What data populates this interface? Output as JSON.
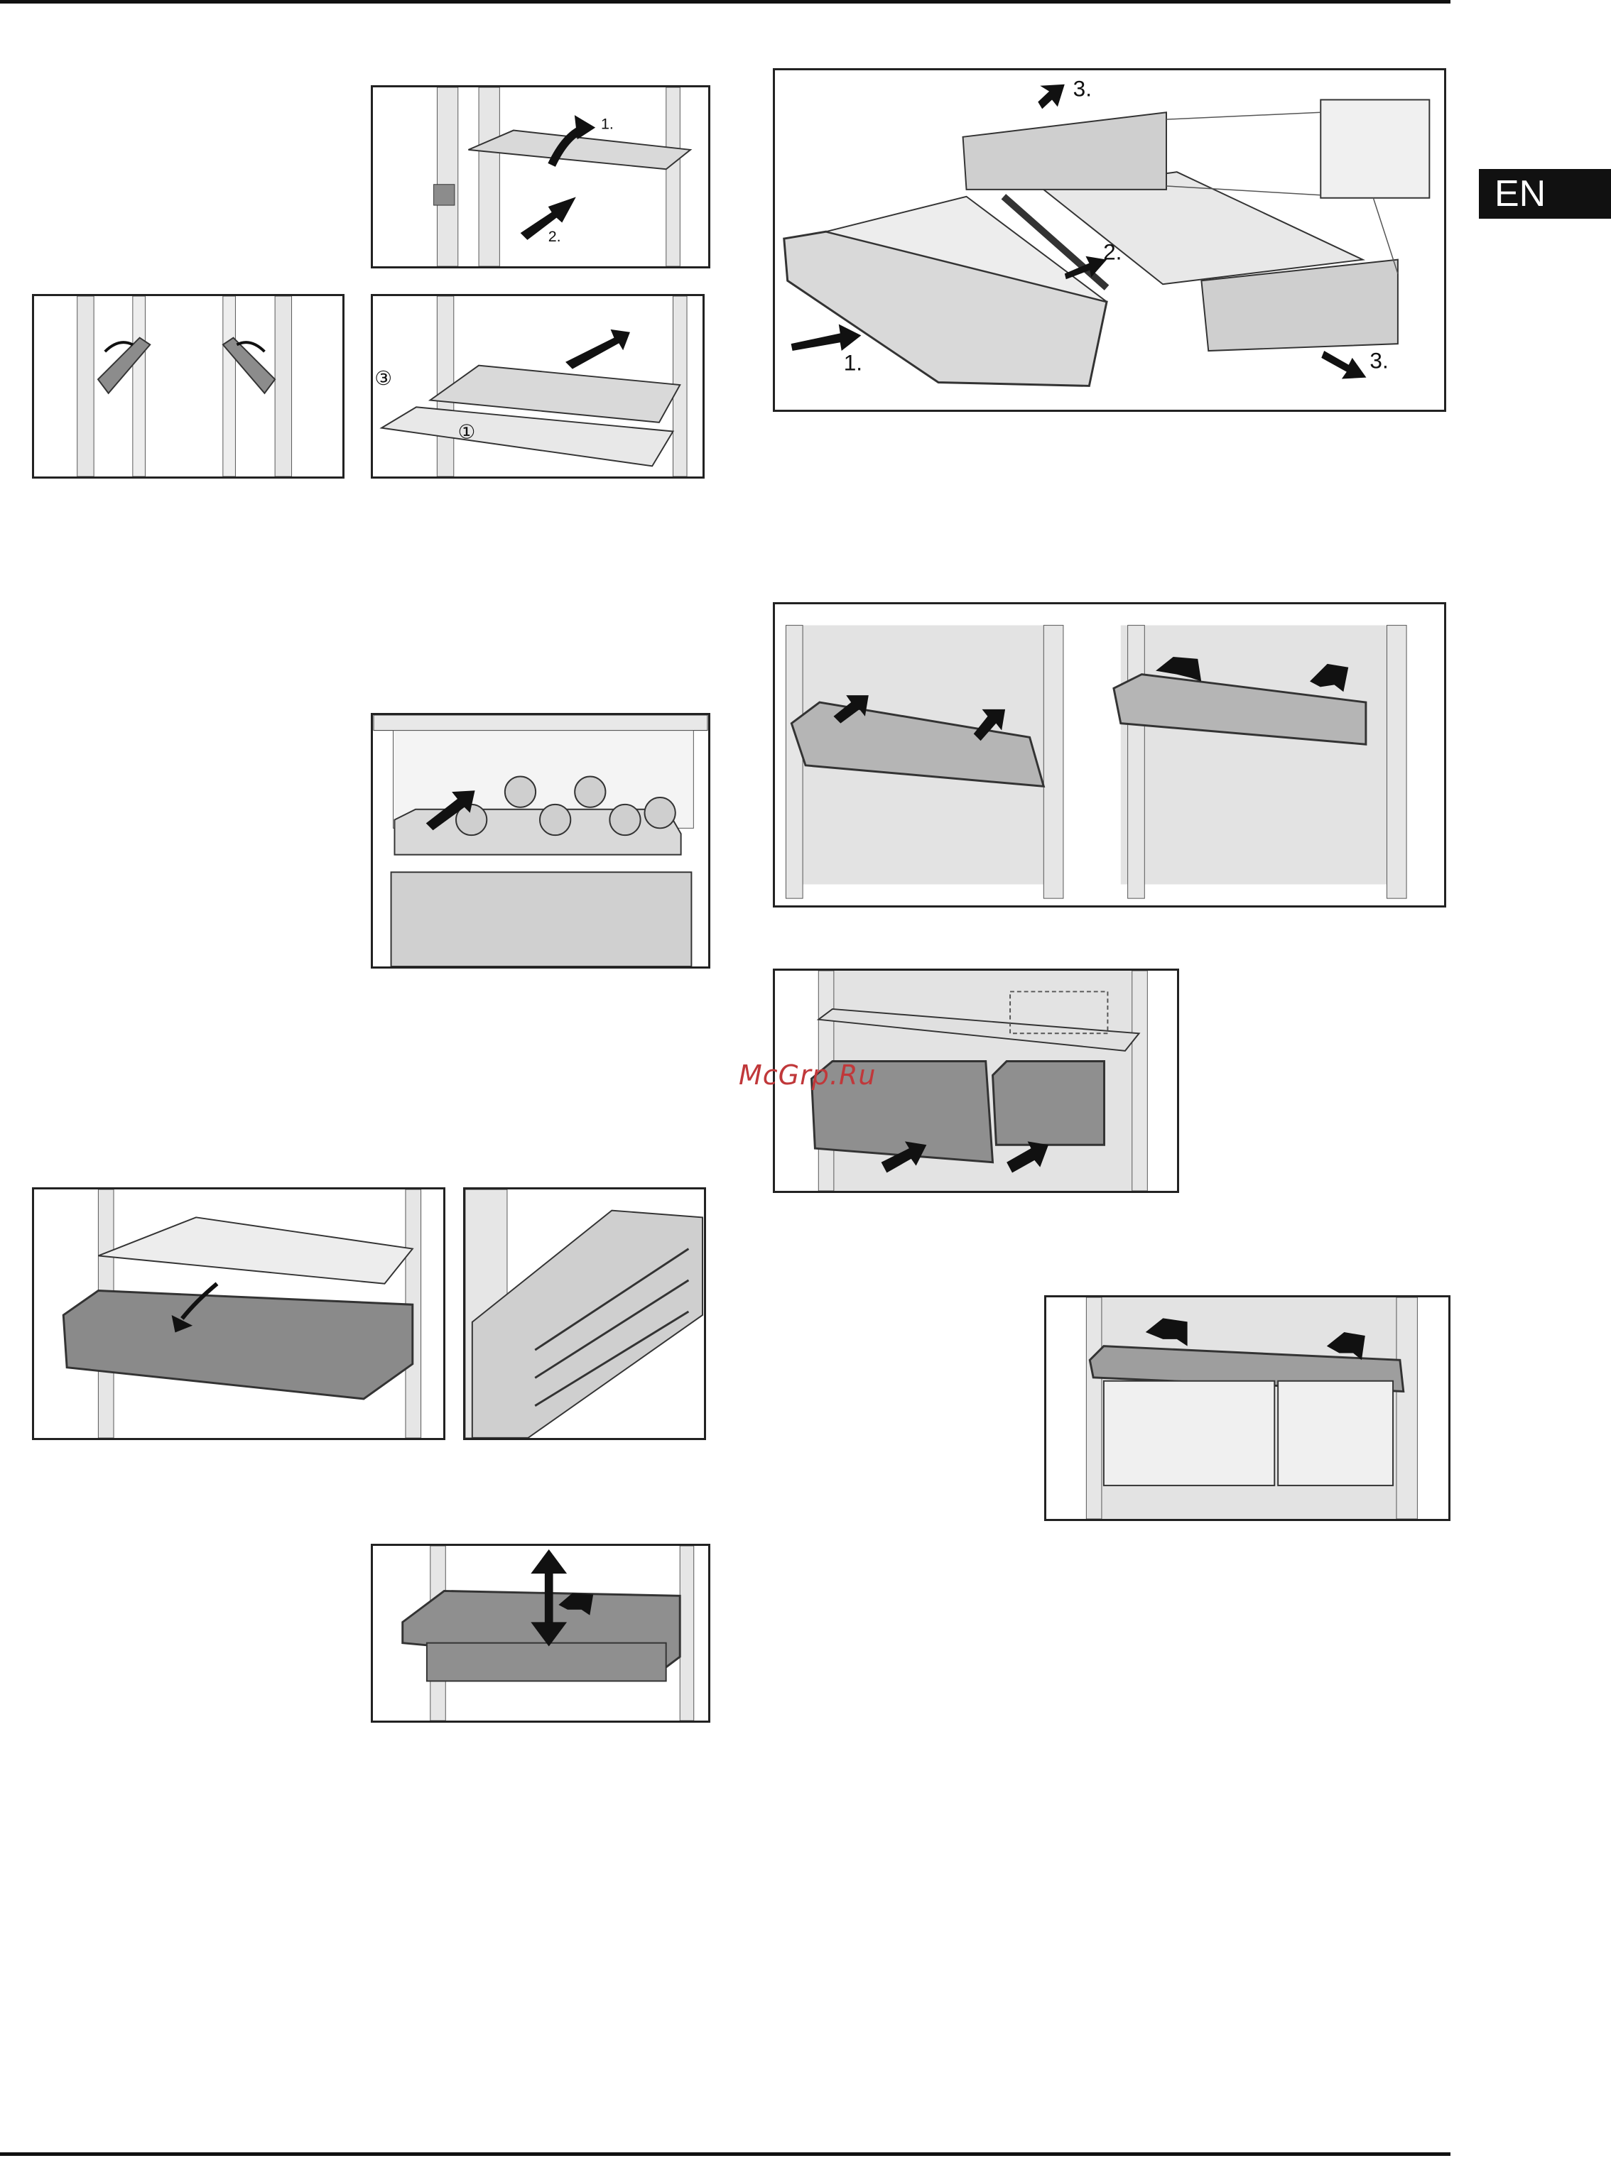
{
  "language_tab": "EN",
  "watermark": "McGrp.Ru",
  "fig_shelf_steps": {
    "step1": "1.",
    "step2": "2."
  },
  "fig_shelf_parts": {
    "part3": "③",
    "part1": "①"
  },
  "fig_drawer_steps": {
    "step1": "1.",
    "step2": "2.",
    "step3a": "3.",
    "step3b": "3."
  },
  "colors": {
    "rule": "#111111",
    "tab_bg": "#111111",
    "tab_text": "#ffffff",
    "watermark": "#c0383a",
    "panel_gray": "#d9d9d9",
    "part_gray": "#8c8c8c"
  }
}
